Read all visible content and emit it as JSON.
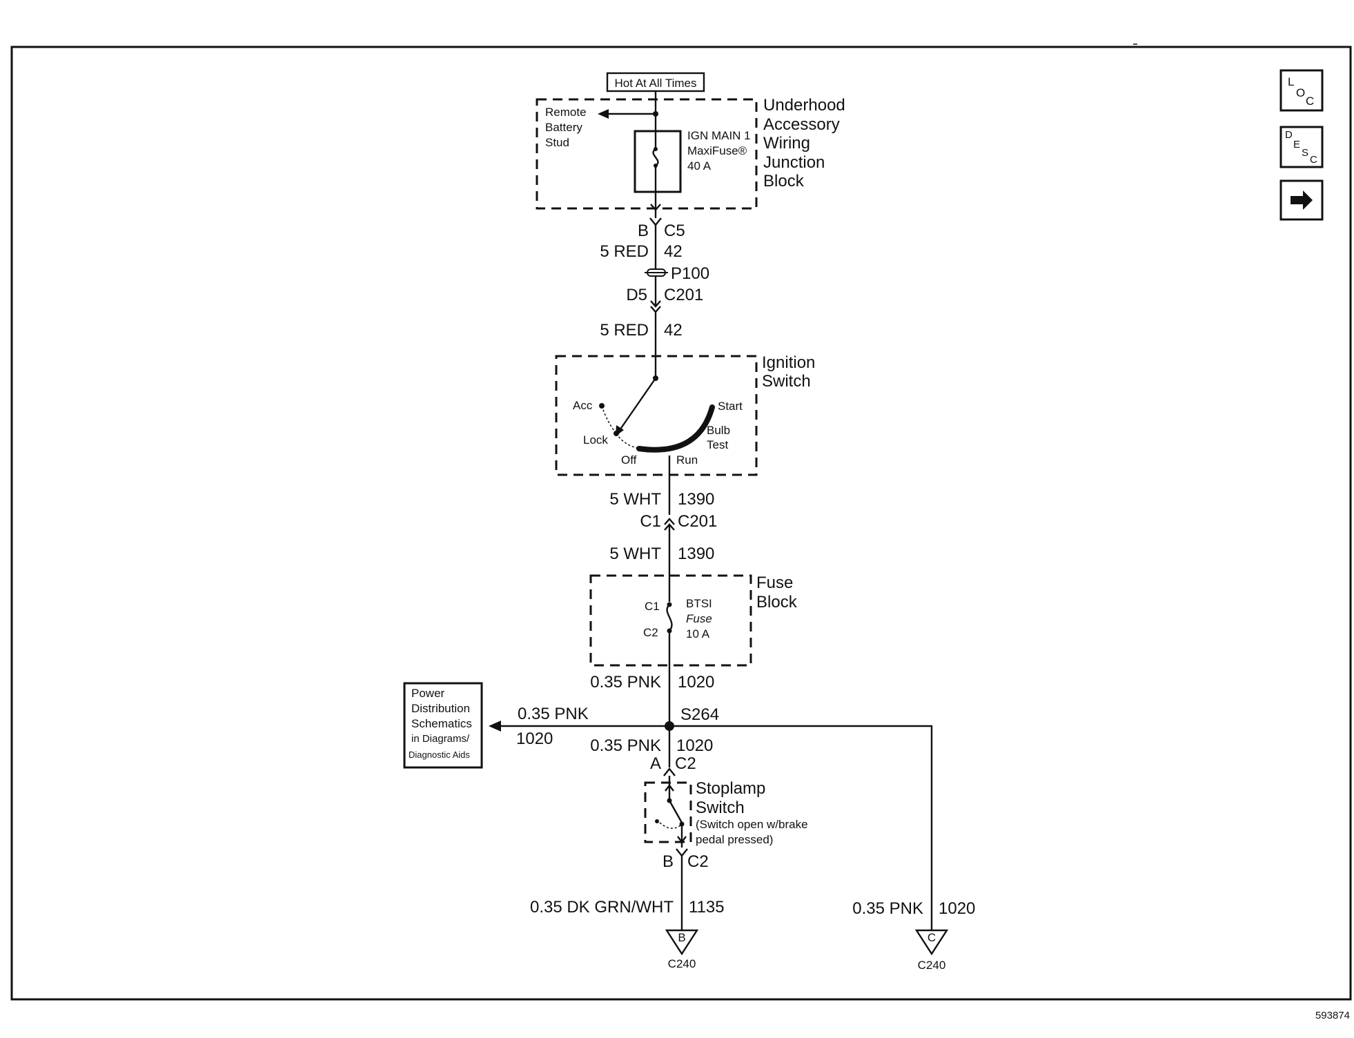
{
  "top_label": "Hot At All Times",
  "underhood": {
    "title_lines": [
      "Underhood",
      "Accessory",
      "Wiring",
      "Junction",
      "Block"
    ],
    "remote_lines": [
      "Remote",
      "Battery",
      "Stud"
    ],
    "fuse_lines": [
      "IGN MAIN 1",
      "MaxiFuse®",
      "40 A"
    ]
  },
  "conn1": {
    "pin": "B",
    "name": "C5"
  },
  "wire1": {
    "gauge": "5 RED",
    "circuit": "42"
  },
  "splice_p100": "P100",
  "conn2": {
    "pin": "D5",
    "name": "C201"
  },
  "wire2": {
    "gauge": "5 RED",
    "circuit": "42"
  },
  "ignition": {
    "title_lines": [
      "Ignition",
      "Switch"
    ],
    "acc": "Acc",
    "lock": "Lock",
    "off": "Off",
    "run": "Run",
    "start": "Start",
    "bulb_lines": [
      "Bulb",
      "Test"
    ]
  },
  "wire3": {
    "gauge": "5 WHT",
    "circuit": "1390"
  },
  "conn3": {
    "pin": "C1",
    "name": "C201"
  },
  "wire4": {
    "gauge": "5 WHT",
    "circuit": "1390"
  },
  "fuse_block": {
    "title_lines": [
      "Fuse",
      "Block"
    ],
    "c1": "C1",
    "c2": "C2",
    "fuse_lines": [
      "BTSI",
      "Fuse",
      "10 A"
    ]
  },
  "wire5": {
    "gauge": "0.35 PNK",
    "circuit": "1020"
  },
  "splice_s264": "S264",
  "left_branch": {
    "gauge": "0.35 PNK",
    "circuit": "1020"
  },
  "power_ref_lines": [
    "Power",
    "Distribution",
    "Schematics",
    "in Diagrams/",
    "Diagnostic Aids"
  ],
  "wire6": {
    "gauge": "0.35 PNK",
    "circuit": "1020"
  },
  "conn4": {
    "pin": "A",
    "name": "C2"
  },
  "stoplamp": {
    "title_lines": [
      "Stoplamp",
      "Switch"
    ],
    "note_lines": [
      "(Switch open w/brake",
      "pedal pressed)"
    ]
  },
  "conn5": {
    "pin": "B",
    "name": "C2"
  },
  "wire7": {
    "gauge": "0.35 DK GRN/WHT",
    "circuit": "1135"
  },
  "wire8": {
    "gauge": "0.35 PNK",
    "circuit": "1020"
  },
  "term_b": {
    "letter": "B",
    "conn": "C240"
  },
  "term_c": {
    "letter": "C",
    "conn": "C240"
  },
  "nav": {
    "loc": [
      "L",
      "O",
      "C"
    ],
    "desc": [
      "D",
      "E",
      "S",
      "C"
    ],
    "next_icon": "right-arrow-icon"
  },
  "figure_id": "593874"
}
